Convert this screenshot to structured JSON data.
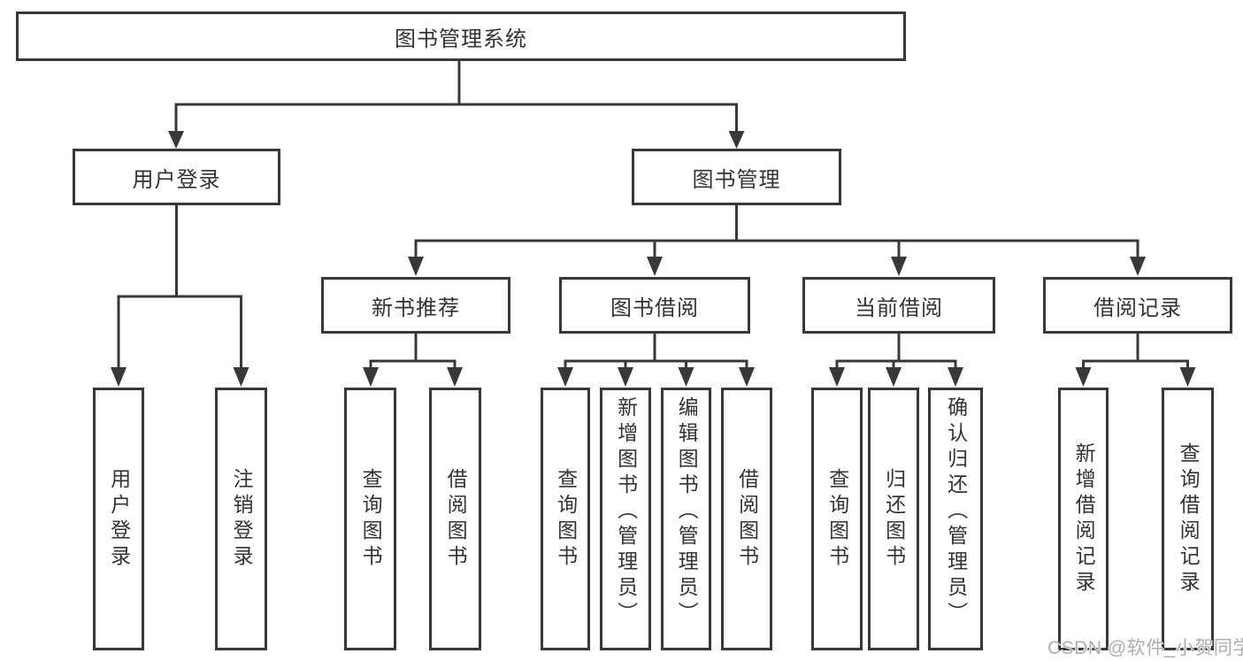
{
  "diagram": {
    "type": "hierarchy-tree",
    "root": {
      "label": "图书管理系统"
    },
    "level2": [
      {
        "label": "用户登录"
      },
      {
        "label": "图书管理"
      }
    ],
    "level3": [
      {
        "label": "新书推荐"
      },
      {
        "label": "图书借阅"
      },
      {
        "label": "当前借阅"
      },
      {
        "label": "借阅记录"
      }
    ],
    "leaves": {
      "user_login": [
        {
          "label": "用户登录"
        },
        {
          "label": "注销登录"
        }
      ],
      "new_book_recommend": [
        {
          "label": "查询图书"
        },
        {
          "label": "借阅图书"
        }
      ],
      "book_borrow": [
        {
          "label": "查询图书"
        },
        {
          "label": "新增图书（管理员）"
        },
        {
          "label": "编辑图书（管理员）"
        },
        {
          "label": "借阅图书"
        }
      ],
      "current_borrow": [
        {
          "label": "查询图书"
        },
        {
          "label": "归还图书"
        },
        {
          "label": "确认归还（管理员）"
        }
      ],
      "borrow_record": [
        {
          "label": "新增借阅记录"
        },
        {
          "label": "查询借阅记录"
        }
      ]
    }
  },
  "watermark": {
    "text": "CSDN @软件_小贺同学"
  },
  "colors": {
    "line": "#383838",
    "box_border": "#383838",
    "text": "#333333",
    "background": "#ffffff",
    "watermark": "#aeaeae"
  }
}
